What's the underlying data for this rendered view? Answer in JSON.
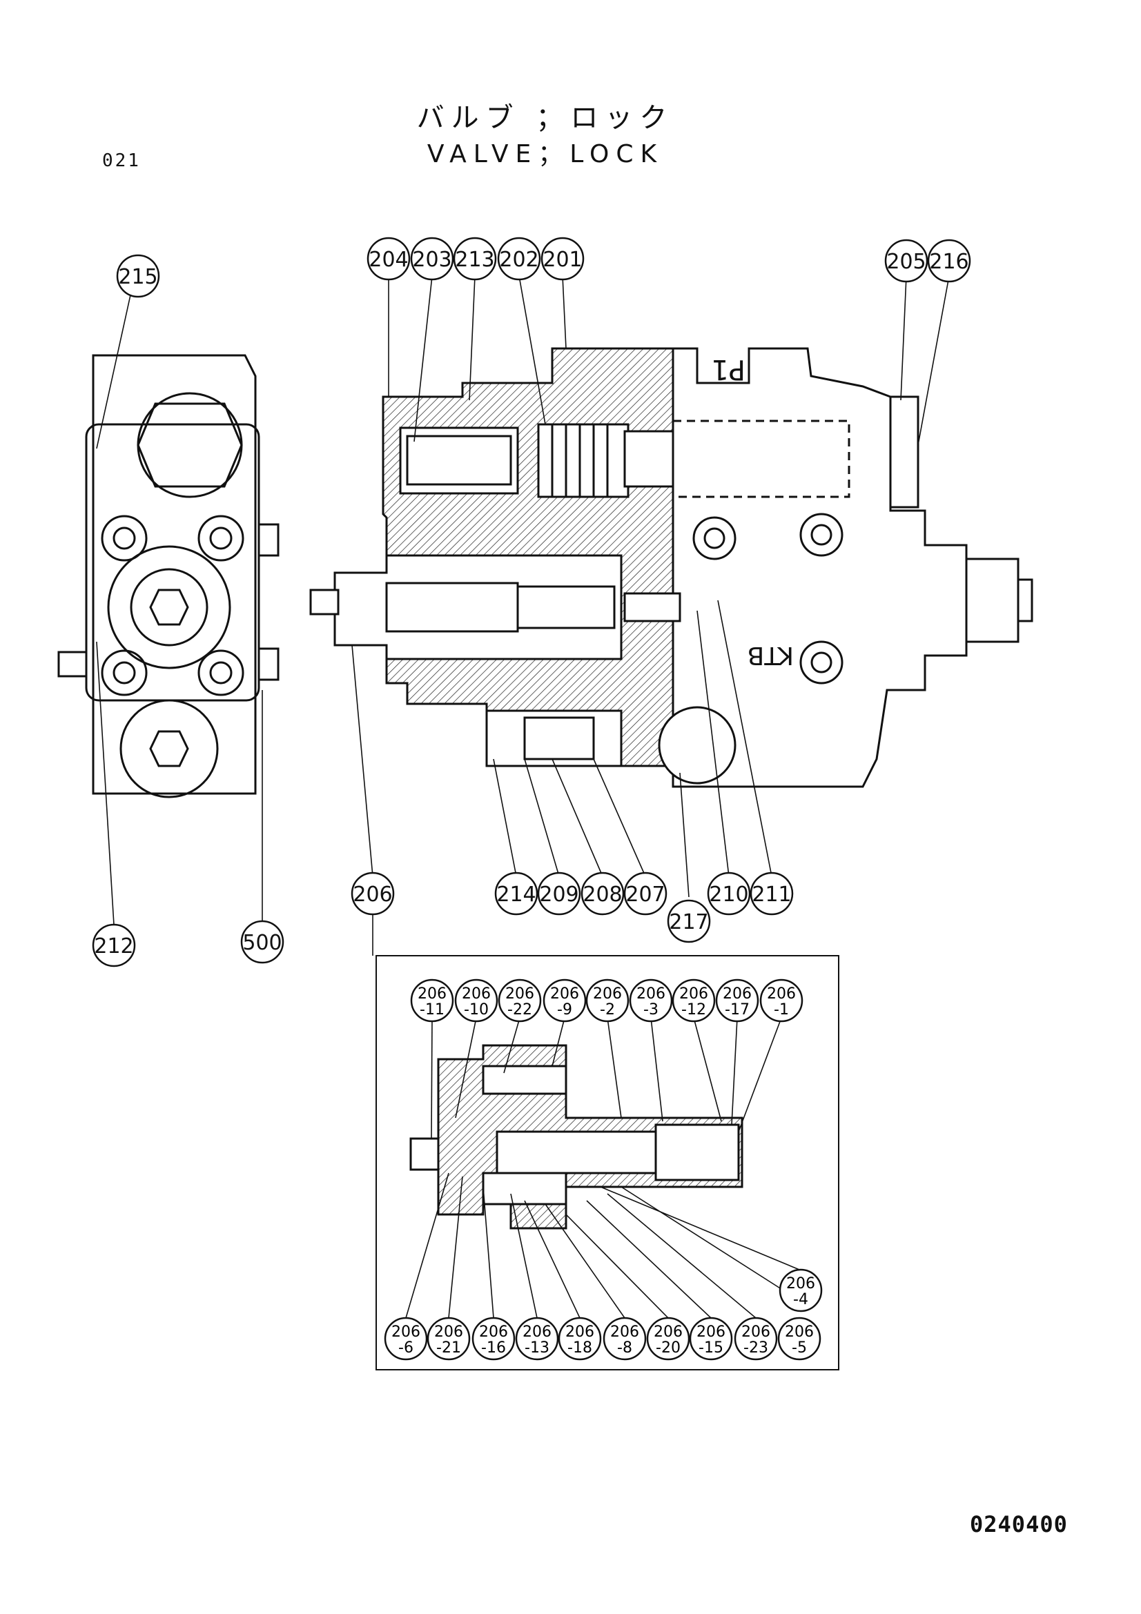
{
  "header": {
    "page_code": "021",
    "title_jp": "バルブ ；ロック",
    "title_en": "VALVE；LOCK"
  },
  "footer": {
    "document_number": "0240400"
  },
  "callouts": {
    "c215": "215",
    "c212": "212",
    "c500": "500",
    "c204": "204",
    "c203": "203",
    "c213": "213",
    "c202": "202",
    "c201": "201",
    "c205": "205",
    "c216": "216",
    "c206": "206",
    "c214": "214",
    "c209": "209",
    "c208": "208",
    "c207": "207",
    "c210": "210",
    "c211": "211",
    "c217": "217"
  },
  "detail_callouts_top": [
    {
      "a": "206",
      "b": "-11"
    },
    {
      "a": "206",
      "b": "-10"
    },
    {
      "a": "206",
      "b": "-22"
    },
    {
      "a": "206",
      "b": "-9"
    },
    {
      "a": "206",
      "b": "-2"
    },
    {
      "a": "206",
      "b": "-3"
    },
    {
      "a": "206",
      "b": "-12"
    },
    {
      "a": "206",
      "b": "-17"
    },
    {
      "a": "206",
      "b": "-1"
    }
  ],
  "detail_callouts_bottom": [
    {
      "a": "206",
      "b": "-6"
    },
    {
      "a": "206",
      "b": "-21"
    },
    {
      "a": "206",
      "b": "-16"
    },
    {
      "a": "206",
      "b": "-13"
    },
    {
      "a": "206",
      "b": "-18"
    },
    {
      "a": "206",
      "b": "-8"
    },
    {
      "a": "206",
      "b": "-20"
    },
    {
      "a": "206",
      "b": "-15"
    },
    {
      "a": "206",
      "b": "-23"
    },
    {
      "a": "206",
      "b": "-5"
    }
  ],
  "detail_callout_side": {
    "a": "206",
    "b": "-4"
  },
  "body_markings": {
    "port_top": "P1",
    "port_mid": "KTB"
  }
}
